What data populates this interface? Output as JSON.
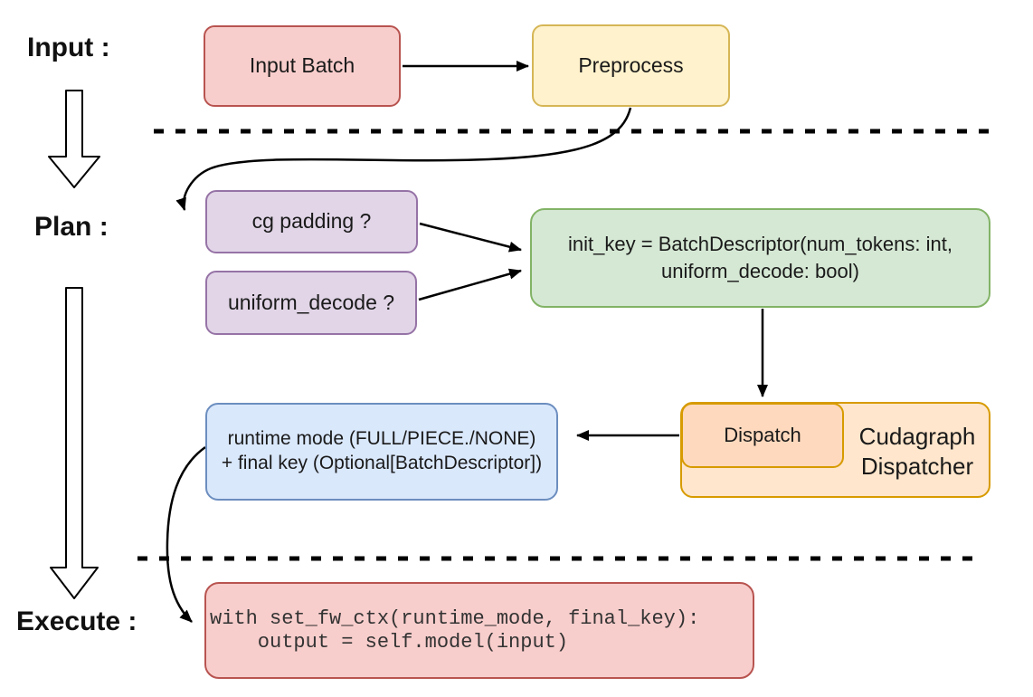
{
  "stages": {
    "input": {
      "label": "Input :"
    },
    "plan": {
      "label": "Plan :"
    },
    "execute": {
      "label": "Execute :"
    }
  },
  "nodes": {
    "input_batch": {
      "label": "Input Batch",
      "fill": "#f8cecc",
      "stroke": "#b85450"
    },
    "preprocess": {
      "label": "Preprocess",
      "fill": "#fff2cc",
      "stroke": "#d6b656"
    },
    "cg_padding": {
      "label": "cg padding ?",
      "fill": "#e1d5e7",
      "stroke": "#9673a6"
    },
    "uniform_decode": {
      "label": "uniform_decode ?",
      "fill": "#e1d5e7",
      "stroke": "#9673a6"
    },
    "init_key": {
      "line1": "init_key = BatchDescriptor(num_tokens: int,",
      "line2": "uniform_decode: bool)",
      "fill": "#d5e8d4",
      "stroke": "#82b366"
    },
    "dispatch": {
      "label": "Dispatch",
      "fill": "#ffd9bd",
      "stroke": "#d79b00"
    },
    "cudagraph_dispatcher": {
      "line1": "Cudagraph",
      "line2": "Dispatcher",
      "fill": "#ffe6cc",
      "stroke": "#d79b00"
    },
    "runtime_result": {
      "line1": "runtime mode (FULL/PIECE./NONE)",
      "line2": "+ final key (Optional[BatchDescriptor])",
      "fill": "#dae8fc",
      "stroke": "#6c8ebf"
    },
    "execute_code": {
      "line1": "with set_fw_ctx(runtime_mode, final_key):",
      "line2": "    output = self.model(input)",
      "fill": "#f8cecc",
      "stroke": "#b85450"
    }
  },
  "colors": {
    "background": "#ffffff",
    "connector": "#000000",
    "text": "#1a1a1a"
  }
}
